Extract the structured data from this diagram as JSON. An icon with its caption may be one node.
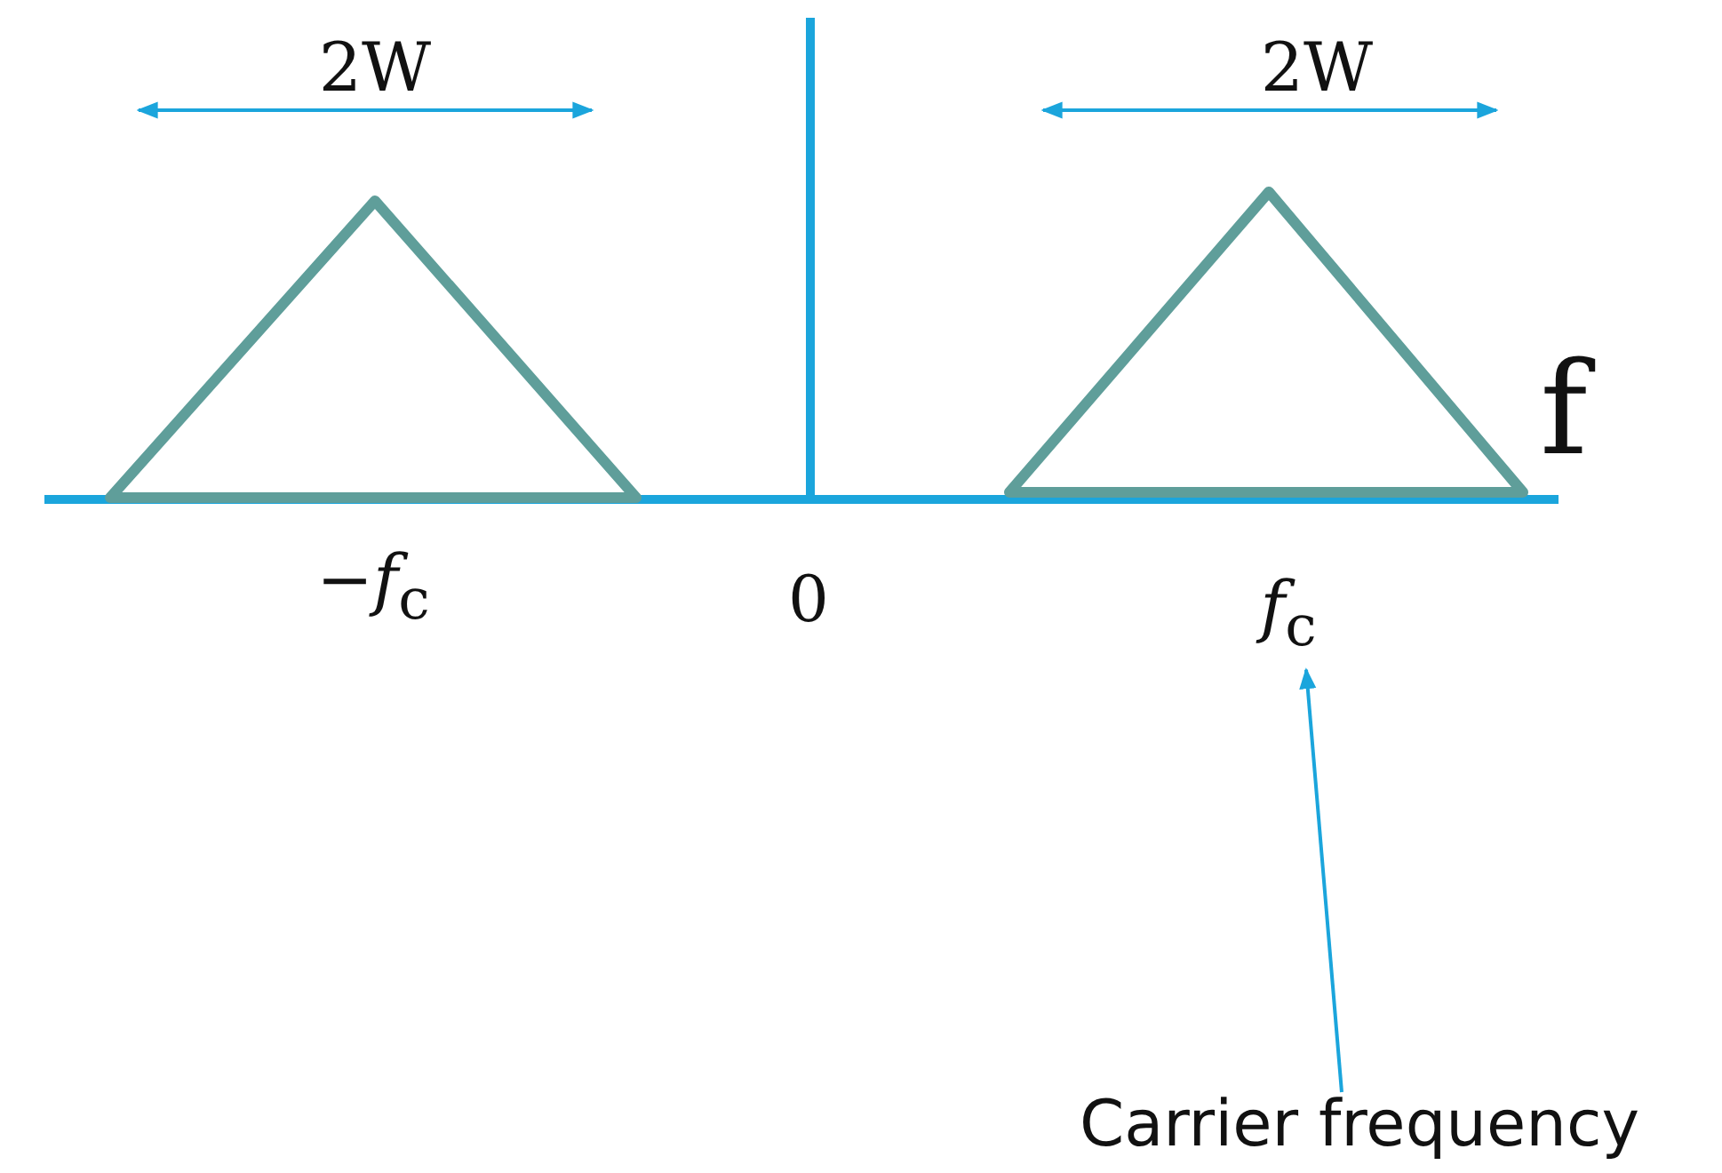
{
  "diagram": {
    "nodes": [
      {
        "text": [
          "*f*$_{c}$"
        ]
      },
      {
        "text": [
          "Carrier frequency"
        ]
      }
    ],
    "edges": [
      {
        "from": 1,
        "to": 0,
        "arrow": "to"
      }
    ],
    "labels": [
      "2W",
      "2W",
      "f",
      "−*f*$_{c}$",
      "0"
    ]
  }
}
